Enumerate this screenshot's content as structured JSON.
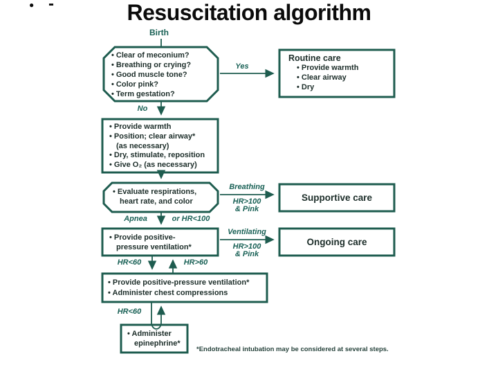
{
  "colors": {
    "accent_teal": "#1e5c4f",
    "label_teal": "#186055",
    "box_text": "#1c2d29",
    "title_black": "#0b0b0b"
  },
  "slide": {
    "bullet_dot": "●",
    "bullet_dash": "-",
    "title": "Resuscitation algorithm"
  },
  "flow_labels": {
    "birth": "Birth",
    "yes": "Yes",
    "no": "No",
    "breathing_top": "Breathing",
    "breathing_mid": "HR>100",
    "breathing_bot": "& Pink",
    "apnea": "Apnea",
    "or_hr_lt100": "or HR<100",
    "ventilating_top": "Ventilating",
    "ventilating_mid": "HR>100",
    "ventilating_bot": "& Pink",
    "hr_lt60_upper": "HR<60",
    "hr_gt60": "HR>60",
    "hr_lt60_lower": "HR<60"
  },
  "boxes": {
    "initial_assessment": {
      "lines": [
        "• Clear of meconium?",
        "• Breathing or crying?",
        "• Good muscle tone?",
        "• Color pink?",
        "• Term gestation?"
      ]
    },
    "routine_care": {
      "title": "Routine care",
      "lines": [
        "• Provide warmth",
        "• Clear airway",
        "• Dry"
      ]
    },
    "initial_steps": {
      "lines": [
        "• Provide warmth",
        "• Position; clear airway*",
        "(as necessary)",
        "• Dry, stimulate, reposition",
        "• Give O₂ (as necessary)"
      ]
    },
    "evaluate": {
      "lines": [
        "• Evaluate respirations,",
        "heart rate, and color"
      ]
    },
    "supportive_care": {
      "label": "Supportive care"
    },
    "ppv": {
      "lines": [
        "• Provide positive-",
        "pressure ventilation*"
      ]
    },
    "ongoing_care": {
      "label": "Ongoing care"
    },
    "ppv_compressions": {
      "lines": [
        "• Provide positive-pressure ventilation*",
        "• Administer chest compressions"
      ]
    },
    "epinephrine": {
      "lines": [
        "• Administer",
        "epinephrine*"
      ]
    }
  },
  "footnote": "*Endotracheal intubation may be considered at several steps."
}
